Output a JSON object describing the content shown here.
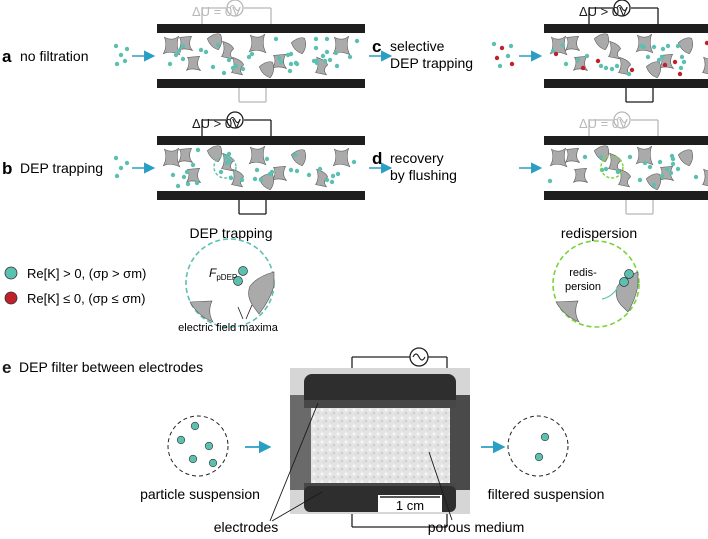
{
  "panels": {
    "a": {
      "letter": "a",
      "text": "no filtration",
      "voltage": "ΔU = 0V"
    },
    "b": {
      "letter": "b",
      "text": "DEP trapping",
      "voltage": "ΔU > 0V"
    },
    "c": {
      "letter": "c",
      "text1": "selective",
      "text2": "DEP trapping",
      "voltage": "ΔU > 0V"
    },
    "d": {
      "letter": "d",
      "text1": "recovery",
      "text2": "by flushing",
      "voltage": "ΔU = 0V"
    },
    "e": {
      "letter": "e",
      "title": "DEP filter between electrodes"
    }
  },
  "zoom": {
    "trap_title": "DEP trapping",
    "force_label": "F",
    "force_sub": "pDEP",
    "field_maxima": "electric field maxima",
    "redisp_title": "redispersion",
    "redisp_word1": "redis-",
    "redisp_word2": "persion"
  },
  "legend": {
    "positive": "Re[K] > 0, (σp > σm)",
    "negative": "Re[K] ≤ 0, (σp ≤ σm)"
  },
  "photo": {
    "particle_suspension": "particle suspension",
    "filtered_suspension": "filtered suspension",
    "electrodes": "electrodes",
    "porous_medium": "porous medium",
    "scale": "1 cm"
  },
  "colors": {
    "teal": "#5cc0b0",
    "red": "#c0202a",
    "arrow": "#2a9fc4",
    "grain": "#aaaaaa",
    "electrode": "#1e1e1e",
    "inactive": "#b8b8b8",
    "green_dash": "#7ad33a"
  }
}
